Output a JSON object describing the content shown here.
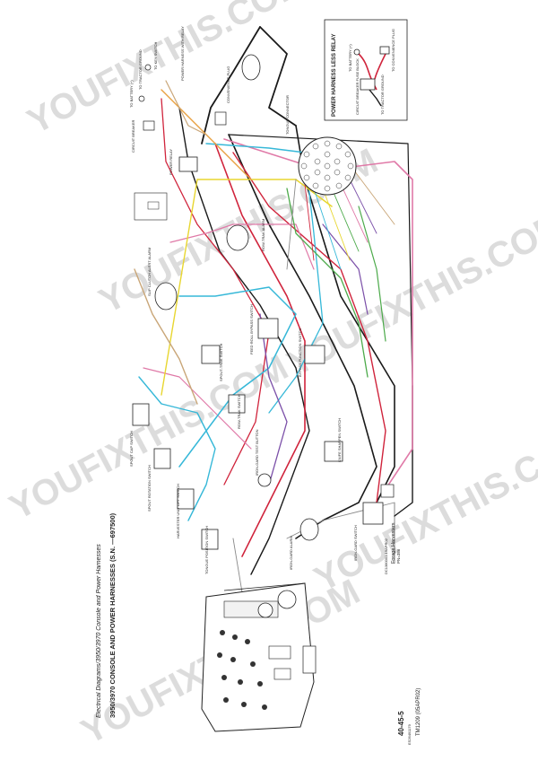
{
  "watermark": "YOUFIXTHIS.COM",
  "header": {
    "breadcrumb": "Electrical Diagrams/3950/3970 Console and Power Harnesses",
    "title": "3950/3970 CONSOLE AND POWER HARNESSES (S.N. —697500)"
  },
  "footer": {
    "page_number": "40-45-5",
    "doc_code": "TM1209 (05APR02)",
    "section": "Forage Harvesters",
    "small_ref": "PN=386",
    "catalog": "ES26491179",
    "date_code": "DC1380001-19APR02"
  },
  "inset": {
    "title": "POWER HARNESS LESS RELAY",
    "labels": [
      "TO BATTERY (+)",
      "TO CONVENIENCE PLUG",
      "CIRCUIT BREAKER FUSE BLOCK",
      "TO TRACTOR GROUND"
    ]
  },
  "components": {
    "to_battery": "TO BATTERY (+)",
    "to_tractor_ground": "TO TRACTOR GROUND",
    "to_key_switch": "TO KEY SWITCH",
    "power_harness_with_relay": "POWER HARNESS WITH RELAY",
    "circuit_breaker": "CIRCUIT BREAKER",
    "power_relay": "POWER RELAY",
    "convenience_plug": "CONVENIENCE PLUG",
    "tongue_connector": "TONGUE CONNECTOR",
    "row_trak_alarm": "ROW-TRAK ALARM",
    "slip_clutch_alert_alarm": "SLIP CLUTCH ALERT ALARM",
    "feed roll_bypass_switch": "FEED ROLL BYPASS SWITCH",
    "spout_trak_switch": "SPOUT-TRAK SWITCH",
    "row_trak_switch": "ROW-TRAK SWITCH",
    "spout_cap_switch": "SPOUT CAP SWITCH",
    "spout_rotation_switch": "SPOUT ROTATION SWITCH",
    "harvester_unit_lift_switch": "HARVESTER UNIT LIFT SWITCH",
    "tongue_position_switch": "TONGUE POSITION SWITCH",
    "iron_gard_test_button": "IRON-GARD TEST BUTTON",
    "iron_gard_alarm": "IRON-GARD ALARM",
    "iron_gard_switch": "IRON-GARD SWITCH",
    "knife_sharpen_switch": "KNIFE SHARPEN SWITCH",
    "bypass_function_switch": "BYPASS FUNCTION SWITCH"
  },
  "colors": {
    "black": "#1a1a1a",
    "red": "#d0243c",
    "pink": "#e07aa8",
    "cyan": "#36b8d8",
    "yellow": "#e8d630",
    "orange": "#e8a040",
    "green": "#4caa4a",
    "purple": "#7b4fa8",
    "tan": "#c9a678",
    "gray": "#8a8a8a"
  }
}
